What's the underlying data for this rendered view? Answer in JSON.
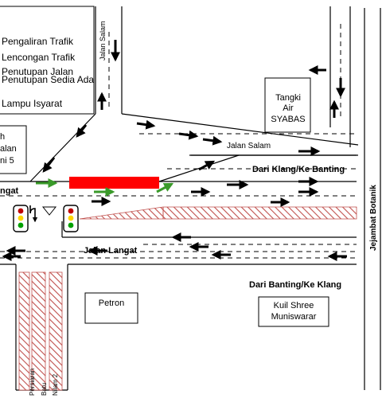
{
  "legend": {
    "items": [
      "Pengaliran Trafik",
      "Lencongan Trafik",
      "Penutupan Jalan",
      "Penutupan Sedia Ada",
      "Lampu Isyarat"
    ]
  },
  "left_box": {
    "lines": [
      "h",
      "alan",
      "ni 5"
    ]
  },
  "labels": {
    "jalan_salam_vertical": "Jalan Salam",
    "jalan_salam": "Jalan Salam",
    "dari_klang": "Dari Klang/Ke Banting",
    "jalan_langat_top": "ngat",
    "jalan_langat": "Jalan Langat",
    "dari_banting": "Dari Banting/Ke Klang",
    "jejambat": "Jejambat Botanik",
    "persiaran": "Persiaran",
    "batu": "Batu",
    "nilam": "Nilam 2"
  },
  "boxes": {
    "tangki": [
      "Tangki",
      "Air",
      "SYABAS"
    ],
    "petron": "Petron",
    "kuil": [
      "Kuil Shree",
      "Muniswarar"
    ]
  },
  "colors": {
    "closure": "#ff0000",
    "diversion": "#3a9a2a",
    "flow": "#000000",
    "hatch": "#c0504d"
  }
}
